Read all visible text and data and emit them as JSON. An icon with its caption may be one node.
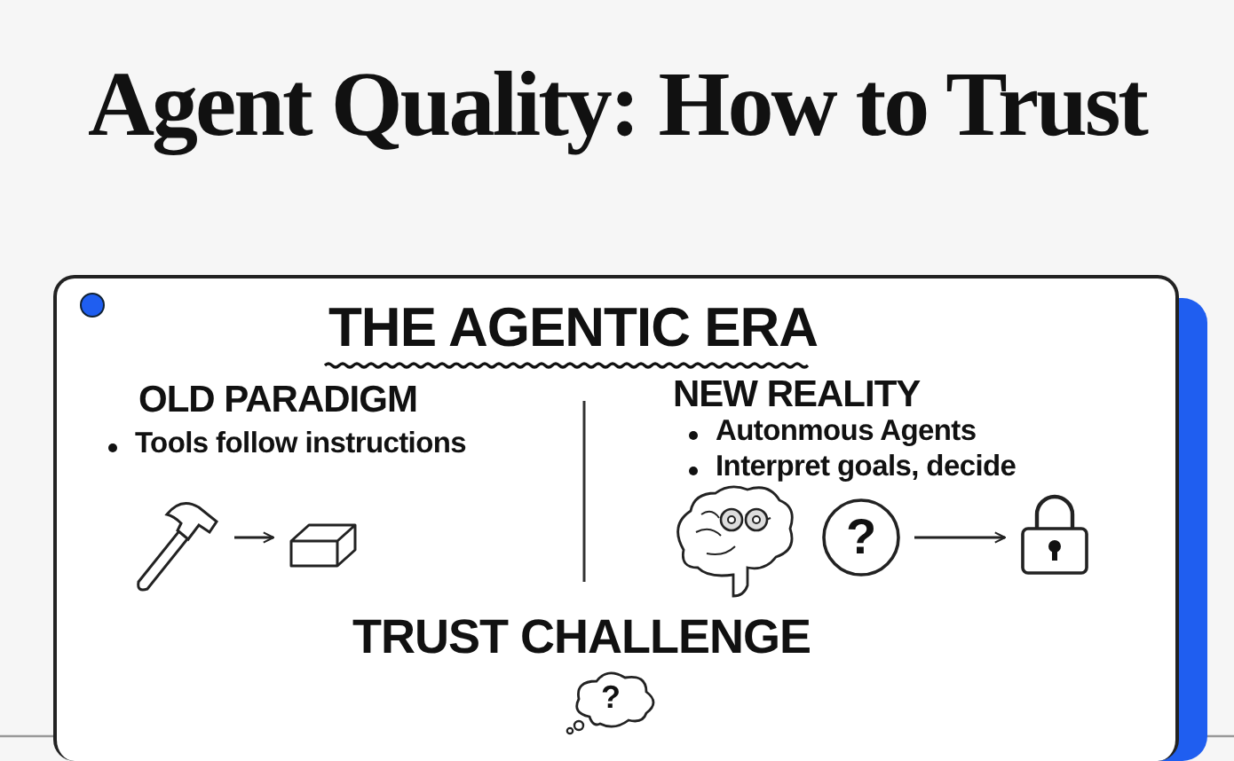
{
  "diagram": {
    "title": "Agent Quality: How to Trust",
    "nodes": [
      {
        "text": [],
        "shape": "picture"
      },
      {
        "text": [],
        "shape": "picture"
      },
      {
        "text": [
          "?"
        ]
      },
      {
        "text": [],
        "shape": "picture"
      },
      {
        "text": [
          "?"
        ]
      }
    ],
    "edges": [
      {
        "from": 0,
        "to": 1,
        "arrow": "to"
      },
      {
        "from": 2,
        "to": 3,
        "arrow": "to"
      }
    ],
    "labels": [
      "THE AGENTIC ERA",
      "OLD PARADIGM",
      "Tools follow instructions",
      "NEW REALITY",
      "Autonmous Agents",
      "Interpret goals, decide",
      "TRUST CHALLENGE"
    ]
  }
}
